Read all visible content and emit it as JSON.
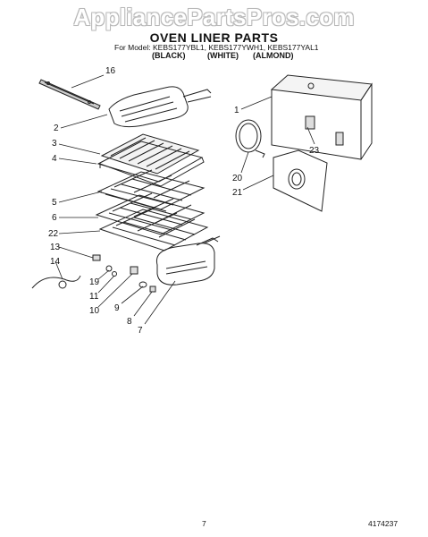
{
  "watermark": "AppliancePartsPros.com",
  "title": "OVEN LINER PARTS",
  "models_line": "For Model: KEBS177YBL1,  KEBS177YWH1, KEBS177YAL1",
  "colors": [
    "(BLACK)",
    "(WHITE)",
    "(ALMOND)"
  ],
  "callouts": [
    "16",
    "2",
    "3",
    "4",
    "5",
    "6",
    "22",
    "13",
    "14",
    "19",
    "11",
    "10",
    "9",
    "8",
    "7",
    "1",
    "23",
    "20",
    "21"
  ],
  "page_number": "7",
  "doc_number": "4174237"
}
